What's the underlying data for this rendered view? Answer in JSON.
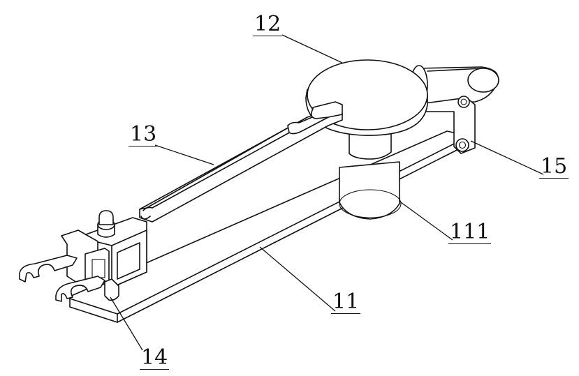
{
  "labels": {
    "l12": "12",
    "l13": "13",
    "l15": "15",
    "l111": "111",
    "l11": "11",
    "l14": "14"
  }
}
